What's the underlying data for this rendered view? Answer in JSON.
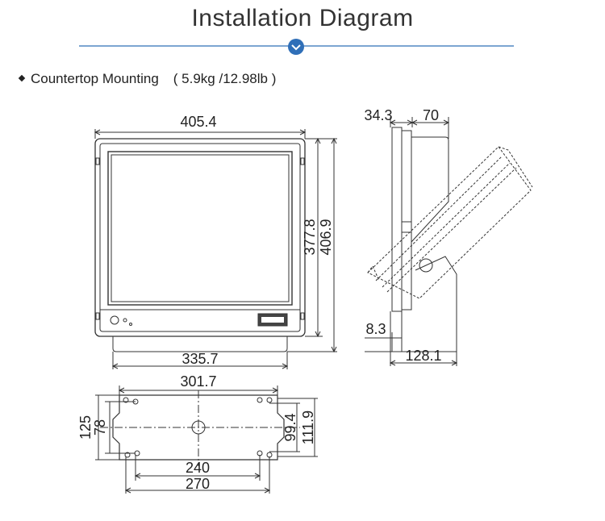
{
  "header": {
    "title": "Installation Diagram",
    "accent_color": "#2f6fb8",
    "icon": "chevron-down-icon"
  },
  "section": {
    "label": "Countertop Mounting",
    "weight": "( 5.9kg /12.98lb )"
  },
  "front_view": {
    "width": "405.4",
    "inner_height": "377.8",
    "outer_height": "406.9",
    "base_width": "335.7"
  },
  "side_view": {
    "depth_a": "34.3",
    "depth_b": "70",
    "base_offset": "8.3",
    "base_depth": "128.1"
  },
  "base_plate": {
    "top_width": "301.7",
    "height_outer": "125",
    "height_inner": "78",
    "right_inner": "99.4",
    "right_outer": "111.9",
    "hole_spacing_inner": "240",
    "hole_spacing_outer": "270"
  }
}
